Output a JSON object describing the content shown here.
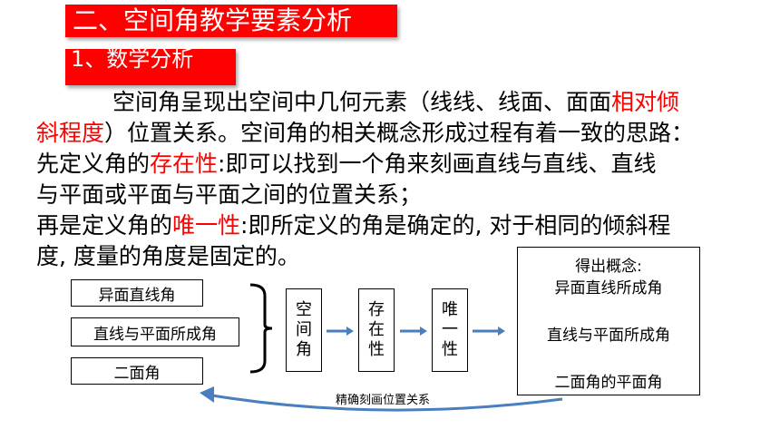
{
  "header": {
    "title": "二、空间角教学要素分析",
    "subtitle": "1、数学分析"
  },
  "paragraph": {
    "l1_a": "空间角呈现出空间中几何元素（线线、线面、面面",
    "l1_b": "相对倾",
    "l2_a": "斜程度",
    "l2_b": "）位置关系。空间角的相关概念形成过程有着一致的思路：",
    "l3_a": "先定义角的",
    "l3_b": "存在性",
    "l3_c": ":即可以找到一个角来刻画直线与直线、直线",
    "l4": "与平面或平面与平面之间的位置关系；",
    "l5_a": "再是定义角的",
    "l5_b": "唯一性",
    "l5_c": ":即所定义的角是确定的, 对于相同的倾斜程",
    "l6": "度, 度量的角度是固定的。"
  },
  "diagram": {
    "angle_types": [
      "异面直线角",
      "直线与平面所成角",
      "二面角"
    ],
    "steps": [
      "空间角",
      "存在性",
      "唯一性"
    ],
    "result_title": "得出概念:",
    "results": [
      "异面直线所成角",
      "直线与平面所成角",
      "二面角的平面角"
    ],
    "caption": "精确刻画位置关系"
  },
  "colors": {
    "header_bg": "#ff0000",
    "highlight": "#ff0000",
    "arrow": "#4a7ebf"
  }
}
